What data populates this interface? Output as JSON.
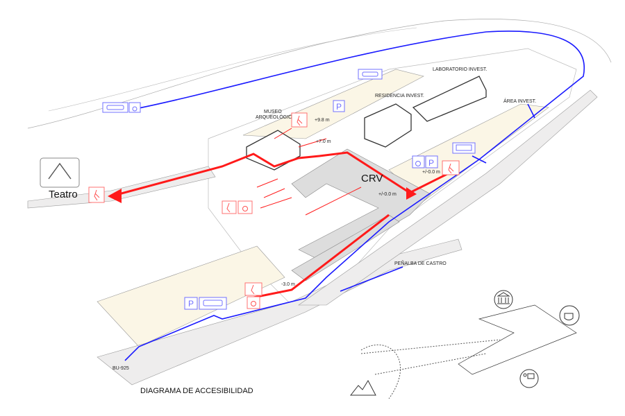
{
  "title": "DIAGRAMA DE ACCESIBILIDAD",
  "labels": {
    "laboratorio": "LABORATORIO INVEST.",
    "residencia": "RESIDENCIA INVEST.",
    "area": "ÁREA INVEST.",
    "museo_1": "MUSEO",
    "museo_2": "ARQUEOLÓGICO",
    "crv": "CRV",
    "teatro": "Teatro",
    "level_98": "+9.8 m",
    "level_70": "+7.0 m",
    "level_00a": "+/-0.0 m",
    "level_00b": "+/-0.0 m",
    "level_m30": "-3.0 m",
    "penalba": "PEÑALBA DE CASTRO",
    "bu925": "BU-925"
  },
  "legend_colors": {
    "vehicle_route": "#1a1aff",
    "pedestrian_route": "#ff1a1a"
  },
  "icons": [
    "car-icon",
    "wheelchair-icon",
    "parking-icon",
    "pedestrian-icon",
    "bus-icon",
    "theatre-icon",
    "museum-icon",
    "cafe-icon",
    "lecture-icon",
    "mountain-icon"
  ]
}
